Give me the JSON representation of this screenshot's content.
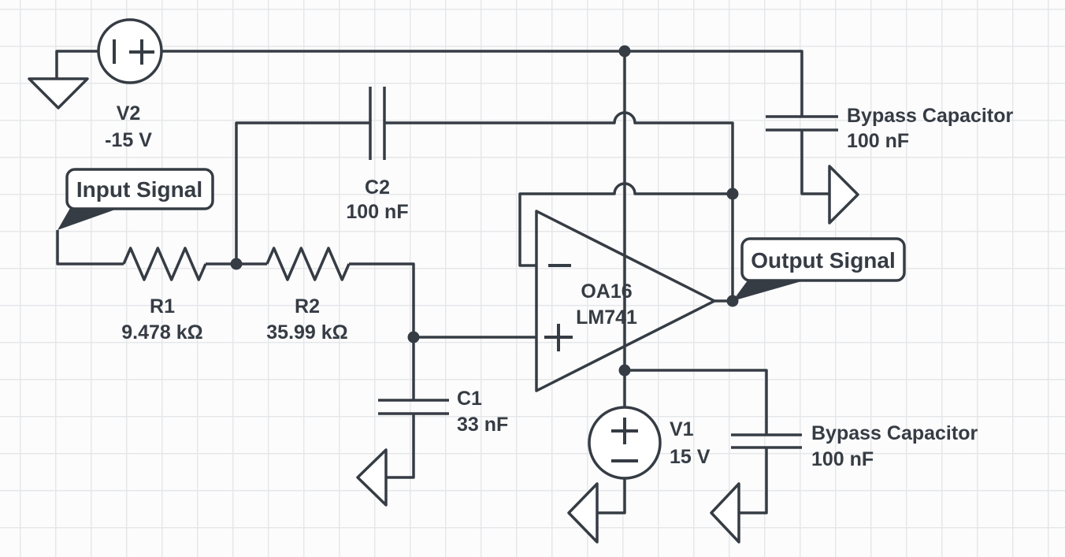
{
  "colors": {
    "wire": "#363c44",
    "grid": "#e6e7e9",
    "background": "#fcfcfd",
    "component_fill": "#ffffff"
  },
  "flags": {
    "input": {
      "label": "Input Signal"
    },
    "output": {
      "label": "Output Signal"
    }
  },
  "components": {
    "v2": {
      "name": "V2",
      "value": "-15 V"
    },
    "v1": {
      "name": "V1",
      "value": "15 V"
    },
    "r1": {
      "name": "R1",
      "value": "9.478 kΩ"
    },
    "r2": {
      "name": "R2",
      "value": "35.99 kΩ"
    },
    "c2": {
      "name": "C2",
      "value": "100 nF"
    },
    "c1": {
      "name": "C1",
      "value": "33 nF"
    },
    "opamp": {
      "name": "OA16",
      "model": "LM741"
    },
    "bypass_top": {
      "label": "Bypass Capacitor",
      "value": "100 nF"
    },
    "bypass_bottom": {
      "label": "Bypass Capacitor",
      "value": "100 nF"
    }
  }
}
